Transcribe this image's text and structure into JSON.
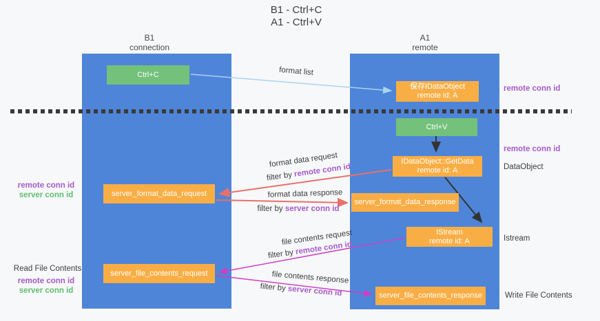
{
  "title": {
    "line1": "B1 - Ctrl+C",
    "line2": "A1 - Ctrl+V"
  },
  "colors": {
    "lane-blue": "#4e85d8",
    "box-green": "#74c17b",
    "box-orange": "#f9ae45",
    "purple": "#a55bc9",
    "green-text": "#5fbe6e",
    "red-arrow": "#e97069",
    "magenta-arrow": "#cf3ec4",
    "lightblue-arrow": "#a9d3f2",
    "black-arrow": "#333333",
    "dark-text": "#3d3d3d",
    "background": "#f7f8f9"
  },
  "lanes": {
    "left": {
      "title": "B1",
      "subtitle": "connection"
    },
    "right": {
      "title": "A1",
      "subtitle": "remote"
    }
  },
  "nodes": {
    "ctrl_c": {
      "label": "Ctrl+C"
    },
    "ctrl_v": {
      "label": "Ctrl+V"
    },
    "save_dataobject": {
      "line1": "保存IDataObject",
      "line2": "remote id: A"
    },
    "getdata": {
      "line1": "IDataObject::GetData",
      "line2": "remote id: A"
    },
    "istream": {
      "line1": "IStream",
      "line2": "remote id: A"
    },
    "format_request": {
      "label": "server_format_data_request"
    },
    "format_response": {
      "label": "server_format_data_response"
    },
    "file_request": {
      "label": "server_file_contents_request"
    },
    "file_response": {
      "label": "server_file_contents_response"
    }
  },
  "side_labels": {
    "right_conn_top": "remote conn id",
    "right_conn_mid": "remote conn id",
    "dataobject": "DataObject",
    "istream": "Istream",
    "write_file": "Write File Contents",
    "left_remote_conn_1": "remote conn id",
    "left_server_conn_1": "server conn id",
    "read_file": "Read File Contents",
    "left_remote_conn_2": "remote conn id",
    "left_server_conn_2": "server conn id"
  },
  "arrows": {
    "format_list": {
      "label": "format list"
    },
    "format_data_request": {
      "label": "format data request",
      "filter_prefix": "filter by ",
      "filter_value": "remote conn id"
    },
    "format_data_response": {
      "label": "format data response",
      "filter_prefix": "filter by ",
      "filter_value": "server conn id"
    },
    "file_contents_request": {
      "label": "file contents request",
      "filter_prefix": "filter by ",
      "filter_value": "remote conn id"
    },
    "file_contents_response": {
      "label": "file contents response",
      "filter_prefix": "filter by ",
      "filter_value": "server conn id"
    }
  }
}
